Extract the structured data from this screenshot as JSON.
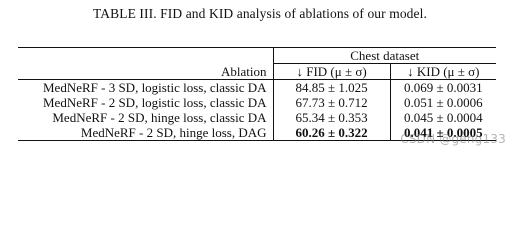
{
  "caption": "TABLE III. FID and KID analysis of ablations of our model.",
  "table": {
    "group_header": "Chest dataset",
    "columns": {
      "ablation": "Ablation",
      "fid": "↓ FID (μ ± σ)",
      "kid": "↓ KID (μ ± σ)"
    },
    "rows": [
      {
        "ablation": "MedNeRF - 3 SD, logistic loss, classic DA",
        "fid": "84.85 ± 1.025",
        "kid": "0.069 ± 0.0031"
      },
      {
        "ablation": "MedNeRF - 2 SD, logistic loss, classic DA",
        "fid": "67.73 ± 0.712",
        "kid": "0.051 ± 0.0006"
      },
      {
        "ablation": "MedNeRF - 2 SD, hinge loss, classic DA",
        "fid": "65.34 ± 0.353",
        "kid": "0.045 ± 0.0004"
      },
      {
        "ablation": "MedNeRF - 2 SD, hinge loss, DAG",
        "fid": "60.26 ± 0.322",
        "kid": "0.041 ± 0.0005"
      }
    ]
  },
  "watermark": "CSDN @geng133"
}
